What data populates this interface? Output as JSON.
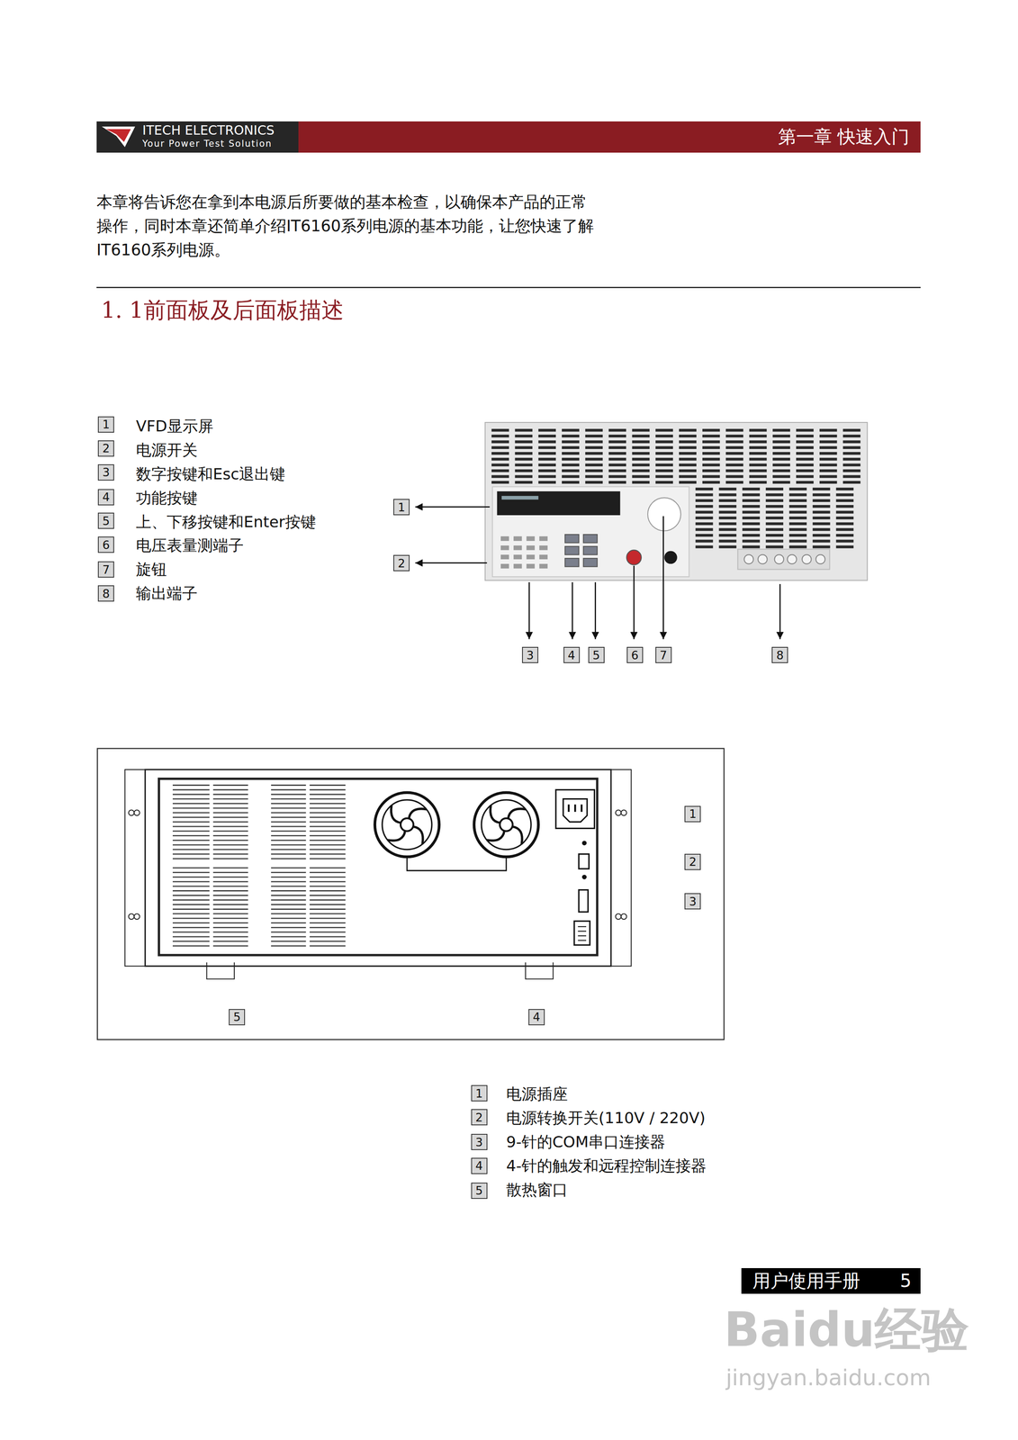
{
  "diagram": {
    "title": "1. 1前面板及后面板描述",
    "nodes": [
      {
        "text": [
          "ITECH ELECTRONICS",
          "Your Power Test Solution",
          "第一章 快速入门"
        ]
      },
      {
        "text": [
          "1"
        ]
      },
      {
        "text": [
          "2"
        ]
      },
      {
        "text": [
          "3"
        ]
      },
      {
        "text": [
          "4"
        ]
      },
      {
        "text": [
          "5"
        ]
      },
      {
        "text": [
          "6"
        ]
      },
      {
        "text": [
          "7"
        ]
      },
      {
        "text": [
          "8"
        ]
      },
      {
        "text": [
          "1"
        ]
      },
      {
        "text": [
          "2"
        ]
      },
      {
        "text": [
          "3"
        ]
      },
      {
        "text": [
          "4"
        ]
      },
      {
        "text": [
          "5"
        ]
      },
      {
        "text": [
          "6"
        ]
      },
      {
        "text": [
          "7"
        ]
      },
      {
        "text": [
          "8"
        ]
      },
      {
        "text": [
          "1"
        ]
      },
      {
        "text": [
          "2"
        ]
      },
      {
        "text": [
          "3"
        ]
      },
      {
        "text": [
          "5"
        ]
      },
      {
        "text": [
          "4"
        ]
      },
      {
        "text": [
          "1"
        ]
      },
      {
        "text": [
          "2"
        ]
      },
      {
        "text": [
          "3"
        ]
      },
      {
        "text": [
          "4"
        ]
      },
      {
        "text": [
          "5"
        ]
      },
      {
        "text": [
          "用户使用手册",
          "5"
        ]
      }
    ],
    "labels": [
      "本章将告诉您在拿到本电源后所要做的基本检查，以确保本产品的正常操作，同时本章还简单介绍IT6160系列电源的基本功能，让您快速了解IT6160系列电源。",
      "VFD显示屏",
      "电源开关",
      "数字按键和Esc退出键",
      "功能按键",
      "上、下移按键和Enter按键",
      "电压表量测端子",
      "旋钮",
      "输出端子",
      "电源插座",
      "电源转换开关(110V / 220V)",
      "9-针的COM串口连接器",
      "4-针的触发和远程控制连接器",
      "散热窗口",
      "Baidu经验",
      "jingyan.baidu.com"
    ]
  }
}
